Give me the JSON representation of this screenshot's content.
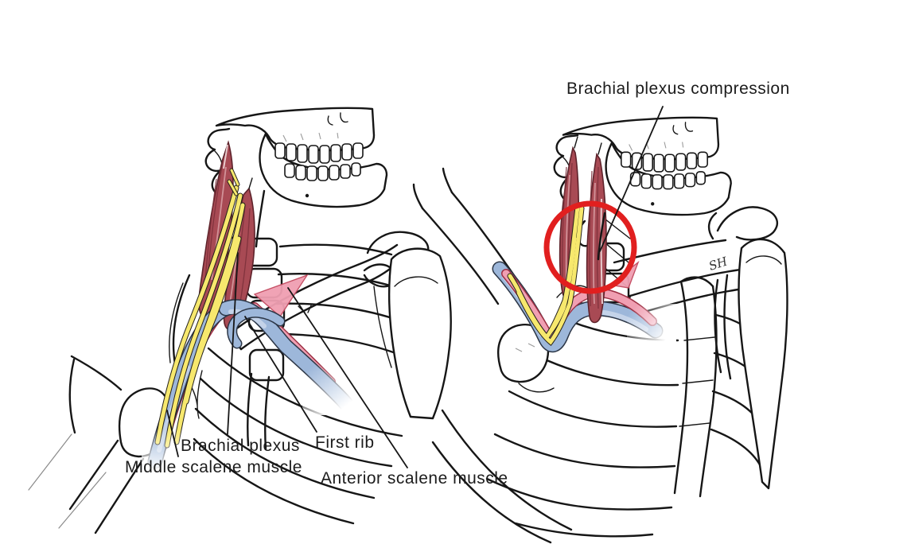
{
  "annotations": {
    "compression_label": "Brachial plexus compression",
    "labels": [
      {
        "id": "brachial-plexus",
        "text": "Brachial plexus"
      },
      {
        "id": "first-rib",
        "text": "First rib"
      },
      {
        "id": "middle-scalene",
        "text": "Middle scalene muscle"
      },
      {
        "id": "anterior-scalene",
        "text": "Anterior scalene muscle"
      }
    ],
    "signature": "SH"
  },
  "colors": {
    "background": "#ffffff",
    "line": "#161616",
    "muscle": "#a84a54",
    "muscle_dark": "#7a2f39",
    "muscle_light": "#d59aa0",
    "nerve": "#f7e86d",
    "vein": "#9db7da",
    "vein_light": "#c9d6ea",
    "artery": "#f09fb2",
    "artery_dark": "#d94e68",
    "highlight_circle": "#e11f1f",
    "label_text": "#1c1c1c"
  }
}
